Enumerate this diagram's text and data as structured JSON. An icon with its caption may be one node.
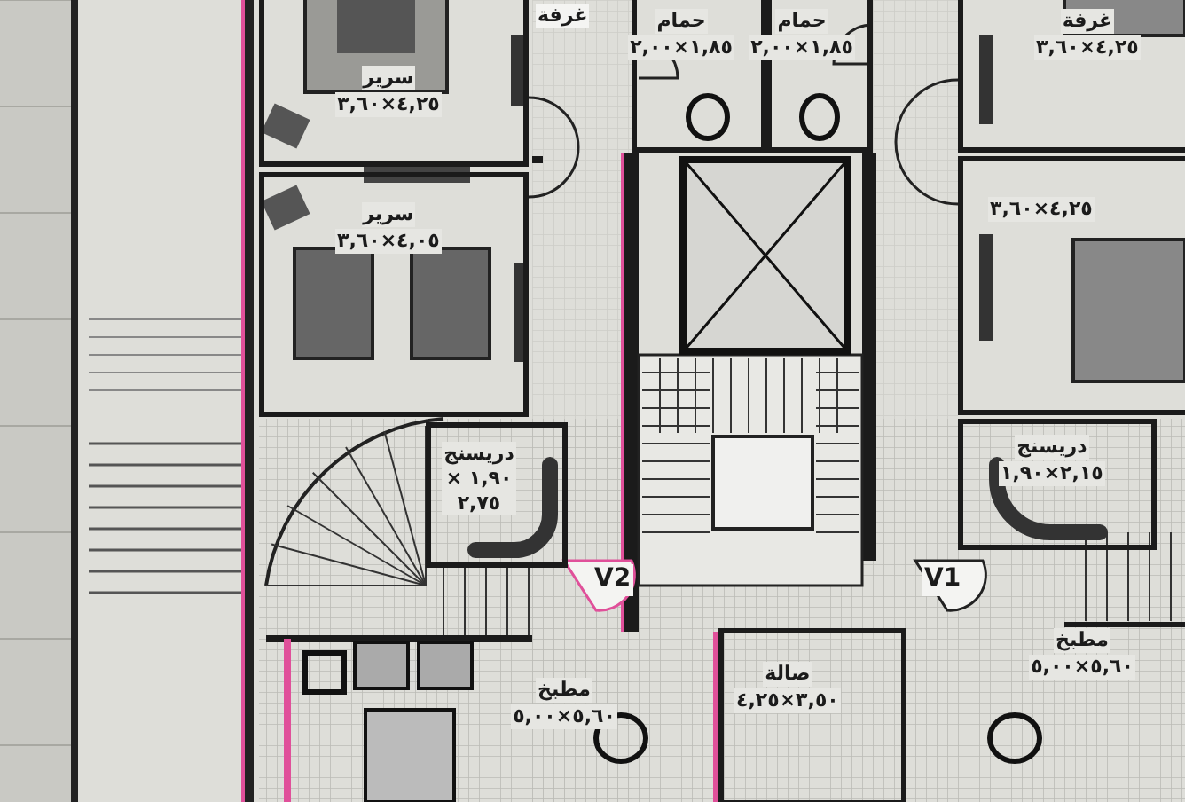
{
  "diagram": {
    "nodes": [
      {
        "text": [
          "سرير",
          "٤,٢٥×٣,٦٠"
        ]
      },
      {
        "text": [
          "سرير",
          "٤,٠٥×٣,٦٠"
        ]
      },
      {
        "text": [
          "حمام",
          "١,٨٥×٢,٠٠"
        ]
      },
      {
        "text": [
          "حمام",
          "١,٨٥×٢,٠٠"
        ]
      },
      {
        "text": [],
        "shape": "box"
      },
      {
        "text": [
          "دريسنج ١,٩٠ × ٢,٧٥"
        ]
      },
      {
        "text": [
          "دريسنج",
          "٢,١٥×١,٩٠"
        ]
      },
      {
        "text": [
          "صالة",
          "٣,٥٠×٤,٢٥"
        ]
      },
      {
        "text": [
          "مطبخ",
          "٥,٦٠×٥,٠٠"
        ]
      },
      {
        "text": [
          "مطبخ",
          "٥,٦٠×٥,٠٠"
        ]
      },
      {
        "text": [
          "غرفة",
          "٤,٢٥×٣,٦٠"
        ]
      },
      {
        "text": [
          "٤,٢٥×٣,٦٠"
        ]
      }
    ],
    "labels": [
      "غرفة",
      "V2",
      "V1"
    ]
  }
}
